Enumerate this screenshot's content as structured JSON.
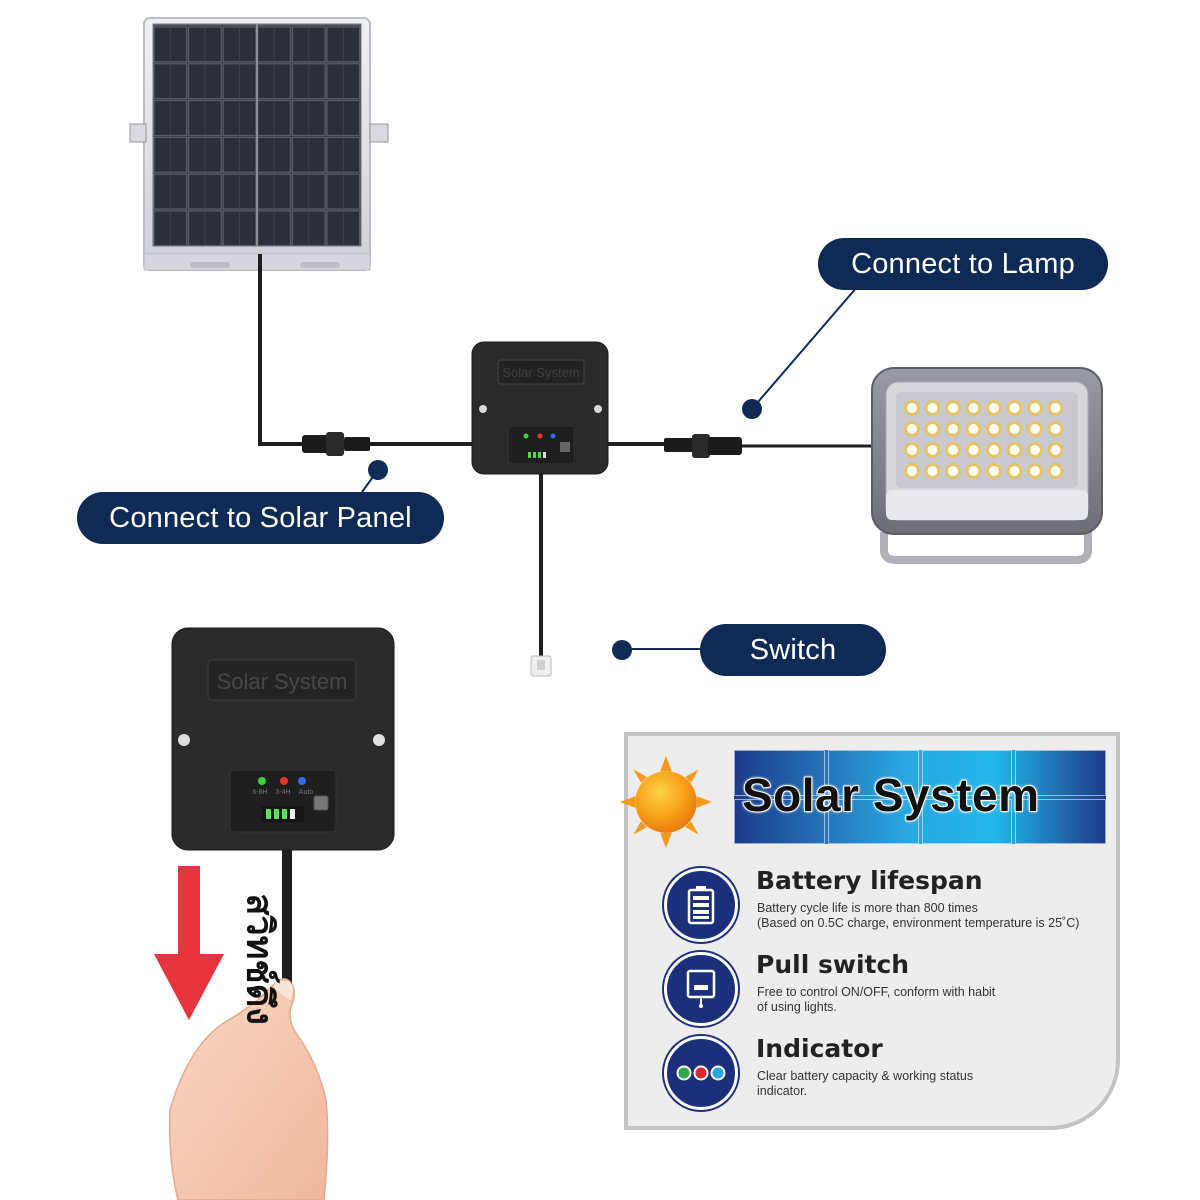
{
  "labels": {
    "connect_lamp": "Connect to Lamp",
    "connect_solar": "Connect to Solar Panel",
    "switch": "Switch",
    "thai_pull": "สวิทช์ดึง"
  },
  "controller_small": {
    "title": "Solar System"
  },
  "controller_large": {
    "title": "Solar System",
    "indicators": [
      "6-8H",
      "3-4H",
      "Auto"
    ],
    "indicator_colors": [
      "#3bd23b",
      "#e8342f",
      "#2b6ee0"
    ]
  },
  "card": {
    "title": "Solar System",
    "features": [
      {
        "icon": "battery-icon",
        "title": "Battery lifespan",
        "desc1": "Battery cycle life is more than 800 times",
        "desc2": "(Based on 0.5C charge, environment temperature is 25˚C)"
      },
      {
        "icon": "pull-switch-icon",
        "title": "Pull switch",
        "desc1": "Free to control ON/OFF, conform with habit",
        "desc2": "of using lights."
      },
      {
        "icon": "indicator-lights-icon",
        "title": "Indicator",
        "desc1": "Clear battery capacity & working status",
        "desc2": "indicator."
      }
    ]
  },
  "colors": {
    "navy": "#0e2a55",
    "arrow_red": "#e8343f",
    "card_icon": "#1c2f7a"
  }
}
